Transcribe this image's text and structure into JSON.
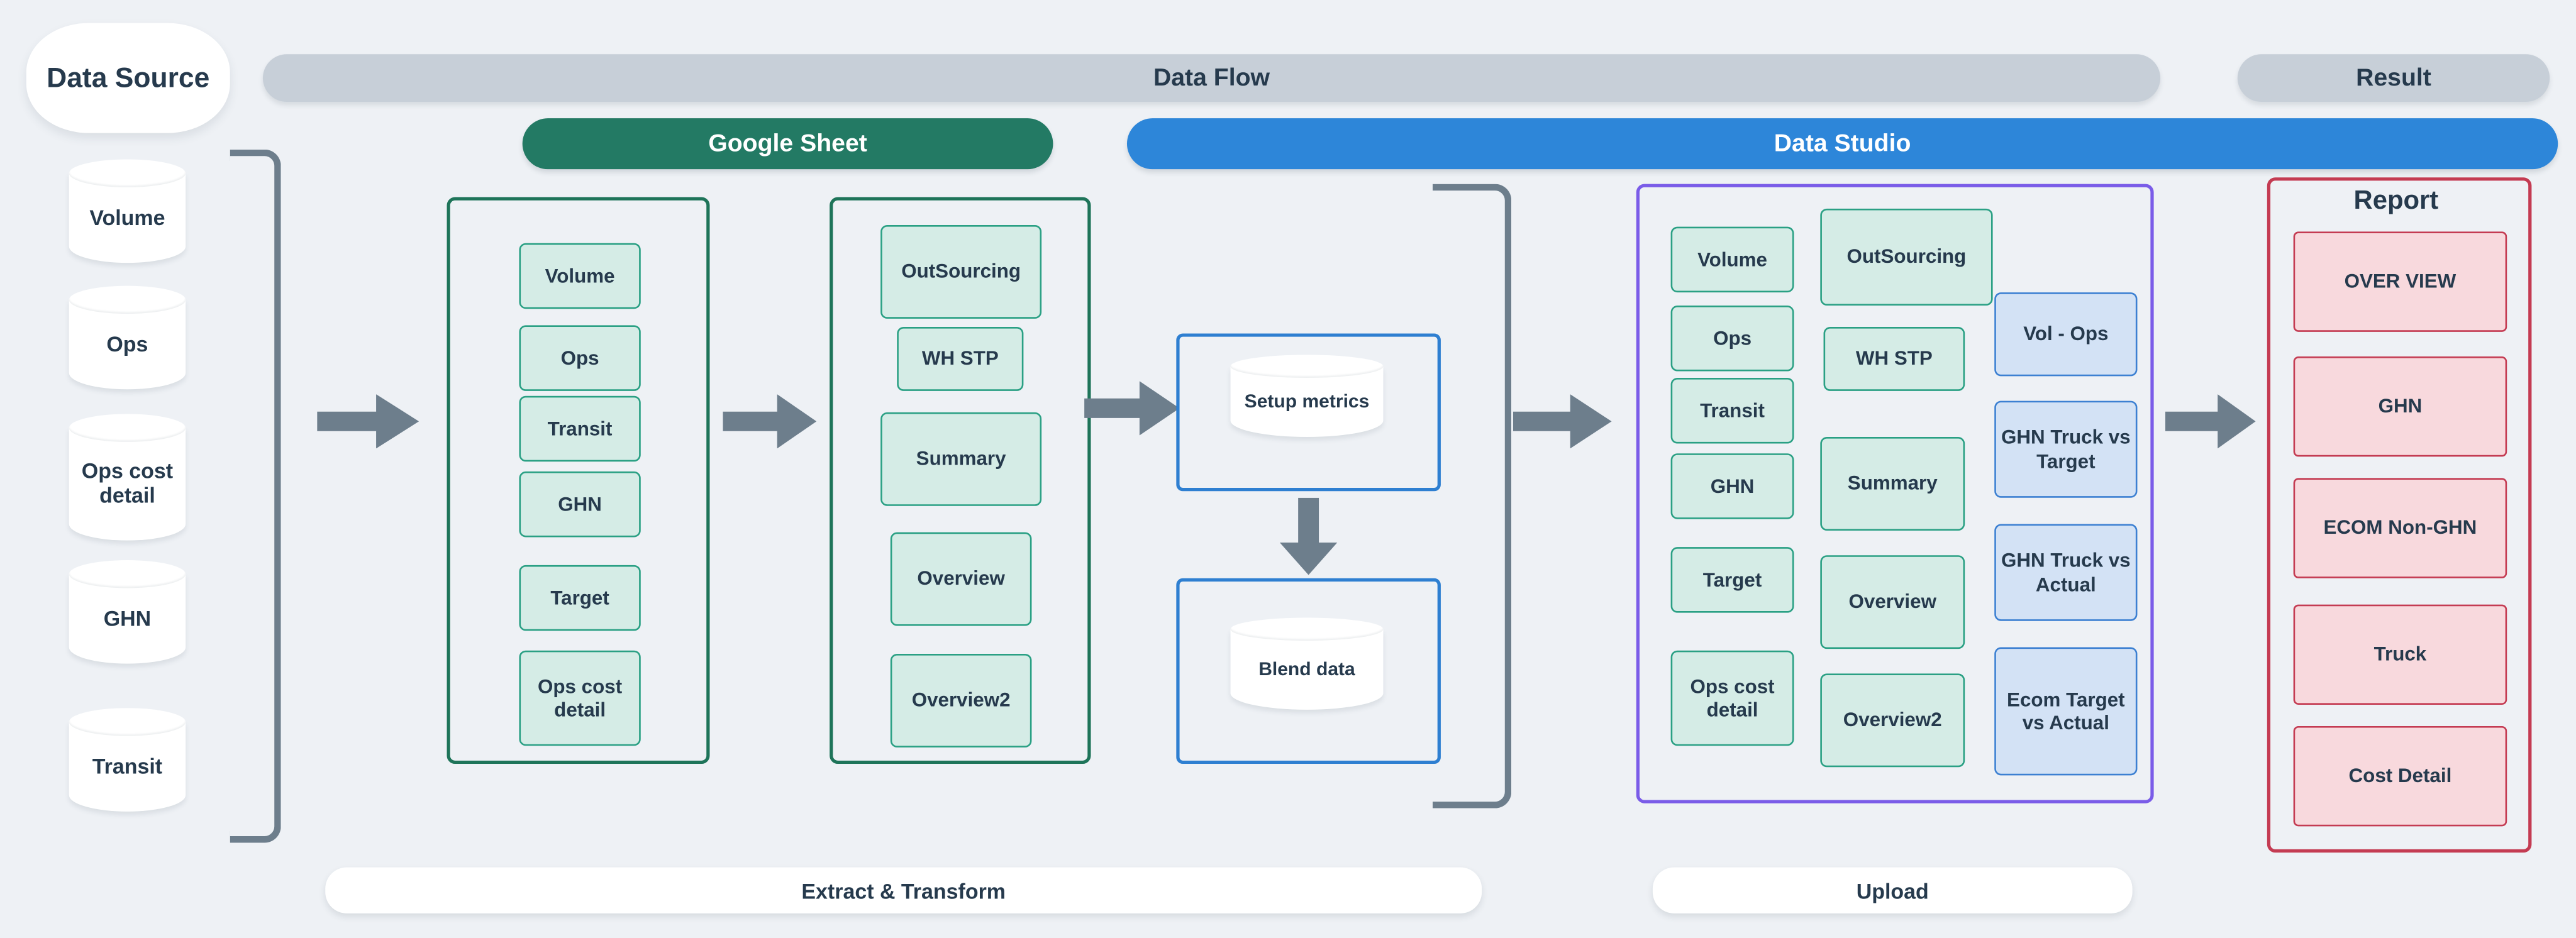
{
  "header": {
    "data_source_label": "Data Source",
    "data_flow_label": "Data Flow",
    "result_label": "Result"
  },
  "section_pills": {
    "google_sheet": "Google Sheet",
    "data_studio": "Data Studio"
  },
  "data_sources": [
    "Volume",
    "Ops",
    "Ops cost detail",
    "GHN",
    "Transit"
  ],
  "google_sheet": {
    "raw_tabs": [
      "Volume",
      "Ops",
      "Transit",
      "GHN",
      "Target",
      "Ops cost detail"
    ],
    "calc_tabs": [
      "OutSourcing",
      "WH STP",
      "Summary",
      "Overview",
      "Overview2"
    ]
  },
  "data_studio": {
    "setup_metrics": "Setup metrics",
    "blend_data": "Blend data",
    "source_tabs": [
      "Volume",
      "Ops",
      "Transit",
      "GHN",
      "Target",
      "Ops cost detail"
    ],
    "calc_tabs": [
      "OutSourcing",
      "WH STP",
      "Summary",
      "Overview",
      "Overview2"
    ],
    "metric_cards": [
      "Vol - Ops",
      "GHN Truck vs Target",
      "GHN Truck vs Actual",
      "Ecom Target vs Actual"
    ]
  },
  "report": {
    "title": "Report",
    "pages": [
      "OVER VIEW",
      "GHN",
      "ECOM Non-GHN",
      "Truck",
      "Cost Detail"
    ]
  },
  "process_labels": {
    "extract_transform": "Extract & Transform",
    "upload": "Upload"
  },
  "colors": {
    "bg": "#eef1f5",
    "ink": "#263a4d",
    "gray-bar": "#c7cfd8",
    "green-pill": "#237a64",
    "blue-pill": "#2d86d9",
    "green-border": "#1e7459",
    "purple-border": "#7a5ce8",
    "red-border": "#c43b52",
    "blue-border": "#2e7fd1",
    "mint-fill": "#d5ece6",
    "mint-border": "#2aa084",
    "bluecard-fill": "#d3e2f5",
    "bluecard-border": "#3c80d2",
    "pink-fill": "#f8d9dd",
    "arrow": "#6d7e8c"
  }
}
